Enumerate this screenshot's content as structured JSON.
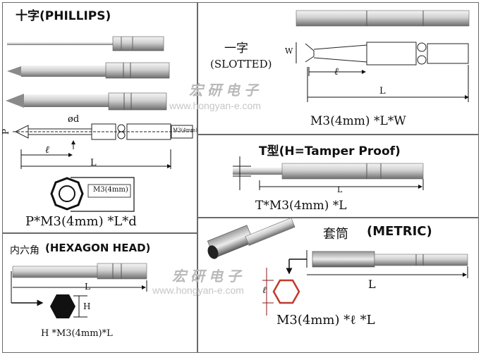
{
  "panels": {
    "phillips": {
      "title": "十字(PHILLIPS)",
      "label_d": "ød",
      "label_p": "P",
      "label_l_small": "ℓ",
      "label_l": "L",
      "chip_label": "M3(4mm)",
      "hex_label": "M3(4mm)",
      "formula": "P*M3(4mm) *L*d"
    },
    "slotted": {
      "title_cn": "一字",
      "title_en": "(SLOTTED)",
      "label_w": "W",
      "label_l_small": "ℓ",
      "label_l": "L",
      "formula": "M3(4mm) *L*W"
    },
    "tamper": {
      "title": "T型(H=Tamper Proof)",
      "label_l": "L",
      "formula": "T*M3(4mm) *L"
    },
    "hexagon": {
      "title_cn": "内六角",
      "title_en": "(HEXAGON HEAD)",
      "label_l": "L",
      "label_h": "H",
      "formula": "H *M3(4mm)*L"
    },
    "metric": {
      "title_cn": "套筒",
      "title_en": "(METRIC)",
      "label_l": "L",
      "label_l_small": "ℓ",
      "formula": "M3(4mm) *ℓ *L"
    }
  },
  "watermarks": [
    {
      "cn": "宏研电子",
      "url": "www.hongyan-e.com"
    },
    {
      "cn": "宏研电子",
      "url": "www.hongyan-e.com"
    }
  ],
  "colors": {
    "metal_light": "#e8e8e8",
    "metal_dark": "#7a7a7a",
    "border": "#6a6a6a",
    "watermark": "#c0c0c0",
    "arrow": "#111111"
  }
}
